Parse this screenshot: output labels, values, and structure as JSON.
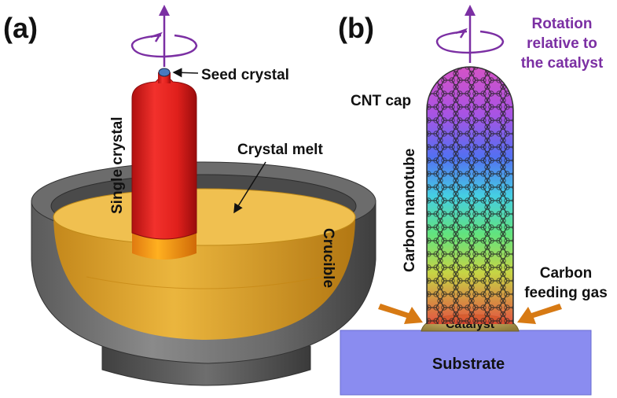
{
  "panel_a": {
    "letter": "(a)",
    "seed_crystal": "Seed crystal",
    "single_crystal": "Single crystal",
    "crystal_melt": "Crystal melt",
    "crucible": "Crucible"
  },
  "panel_b": {
    "letter": "(b)",
    "rotation_line1": "Rotation",
    "rotation_line2": "relative to",
    "rotation_line3": "the catalyst",
    "cnt_cap": "CNT cap",
    "carbon_nanotube": "Carbon nanotube",
    "feed_line1": "Carbon",
    "feed_line2": "feeding gas",
    "catalyst": "Catalyst",
    "substrate": "Substrate"
  },
  "colors": {
    "rotation_arrow": "#7b2fa3",
    "crystal": "#e0201c",
    "melt": "#e8a820",
    "crucible": "#606060",
    "substrate": "#8a8cf0",
    "catalyst": "#b09a50",
    "feed_arrow": "#d77a14"
  }
}
